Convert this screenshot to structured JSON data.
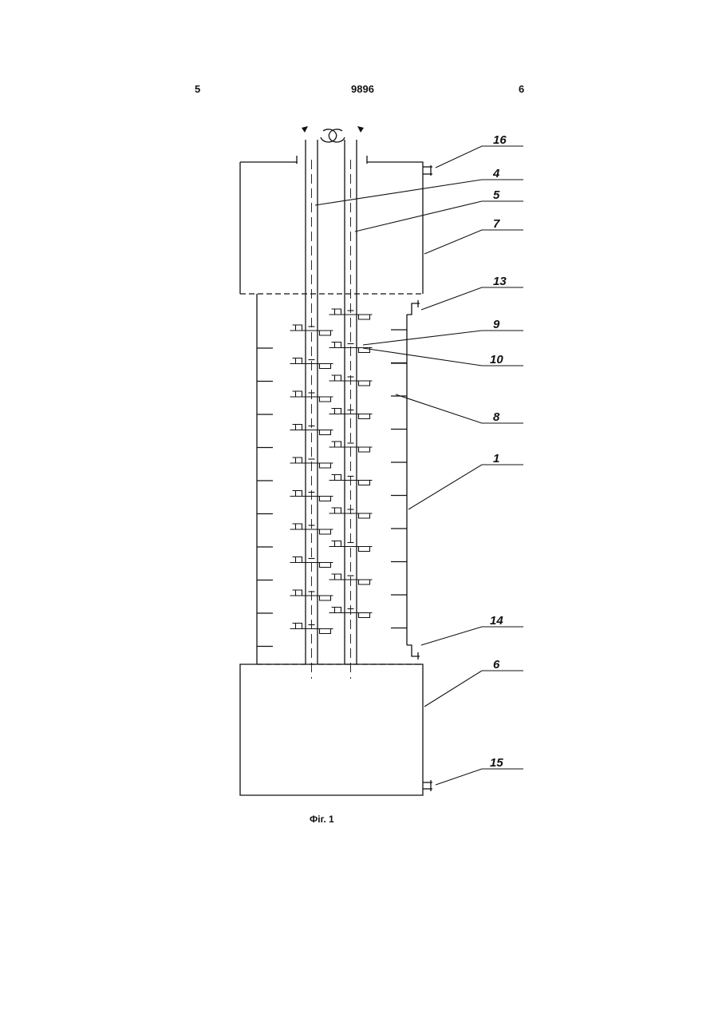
{
  "header": {
    "left_page": "5",
    "doc_number": "9896",
    "right_page": "6"
  },
  "figure": {
    "caption": "Фіг. 1",
    "reference_labels": [
      "16",
      "4",
      "5",
      "7",
      "13",
      "9",
      "10",
      "8",
      "1",
      "14",
      "6",
      "15"
    ]
  }
}
